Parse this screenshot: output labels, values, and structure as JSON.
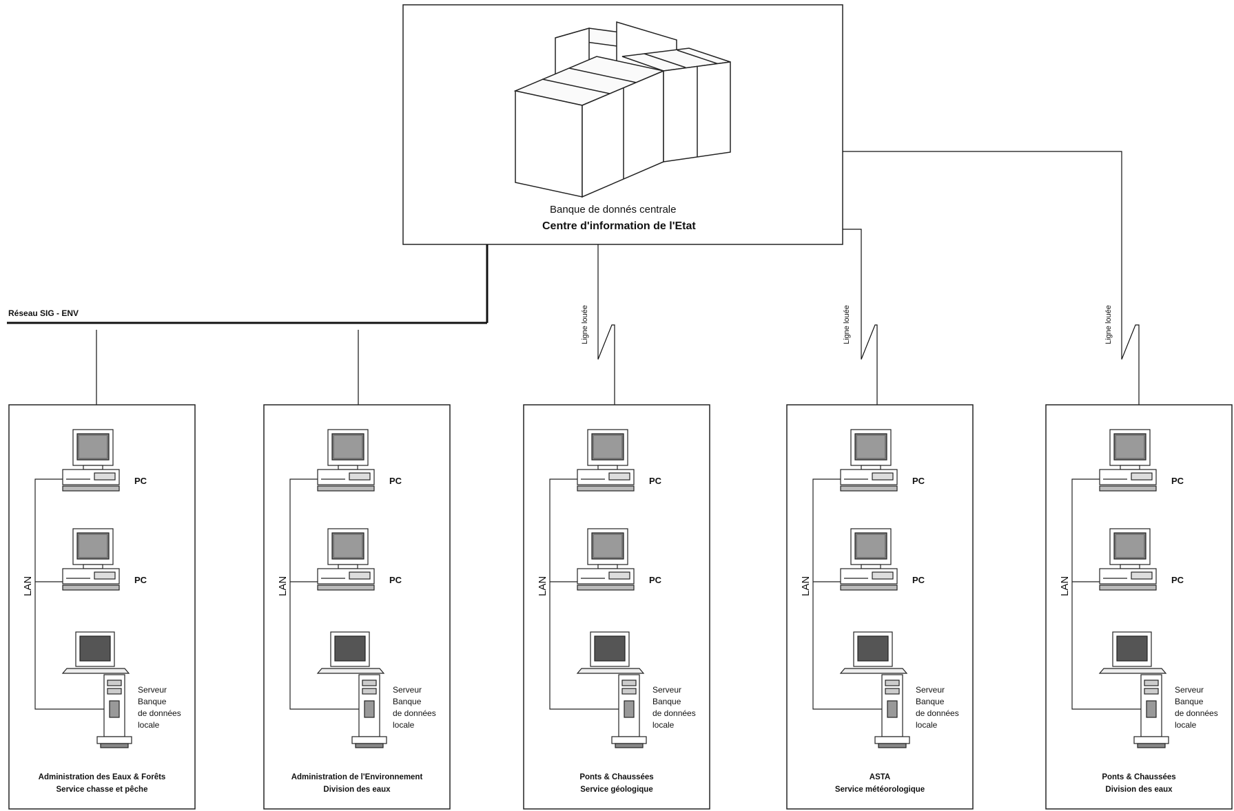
{
  "central": {
    "label": "Banque de donnés centrale",
    "title": "Centre d'information de l'Etat"
  },
  "network": {
    "label": "Réseau SIG - ENV",
    "leased_line_label": "Ligne louée"
  },
  "sites": [
    {
      "lan_label": "LAN",
      "pc_labels": [
        "PC",
        "PC"
      ],
      "server_label": [
        "Serveur",
        "Banque",
        "de données",
        "locale"
      ],
      "name": [
        "Administration des Eaux & Forêts",
        "Service chasse et pêche"
      ],
      "connection": "network"
    },
    {
      "lan_label": "LAN",
      "pc_labels": [
        "PC",
        "PC"
      ],
      "server_label": [
        "Serveur",
        "Banque",
        "de données",
        "locale"
      ],
      "name": [
        "Administration de l'Environnement",
        "Division des eaux"
      ],
      "connection": "network"
    },
    {
      "lan_label": "LAN",
      "pc_labels": [
        "PC",
        "PC"
      ],
      "server_label": [
        "Serveur",
        "Banque",
        "de données",
        "locale"
      ],
      "name": [
        "Ponts & Chaussées",
        "Service géologique"
      ],
      "connection": "leased-line"
    },
    {
      "lan_label": "LAN",
      "pc_labels": [
        "PC",
        "PC"
      ],
      "server_label": [
        "Serveur",
        "Banque",
        "de données",
        "locale"
      ],
      "name": [
        "ASTA",
        "Service météorologique"
      ],
      "connection": "leased-line"
    },
    {
      "lan_label": "LAN",
      "pc_labels": [
        "PC",
        "PC"
      ],
      "server_label": [
        "Serveur",
        "Banque",
        "de données",
        "locale"
      ],
      "name": [
        "Ponts & Chaussées",
        "Division des eaux"
      ],
      "connection": "leased-line"
    }
  ]
}
